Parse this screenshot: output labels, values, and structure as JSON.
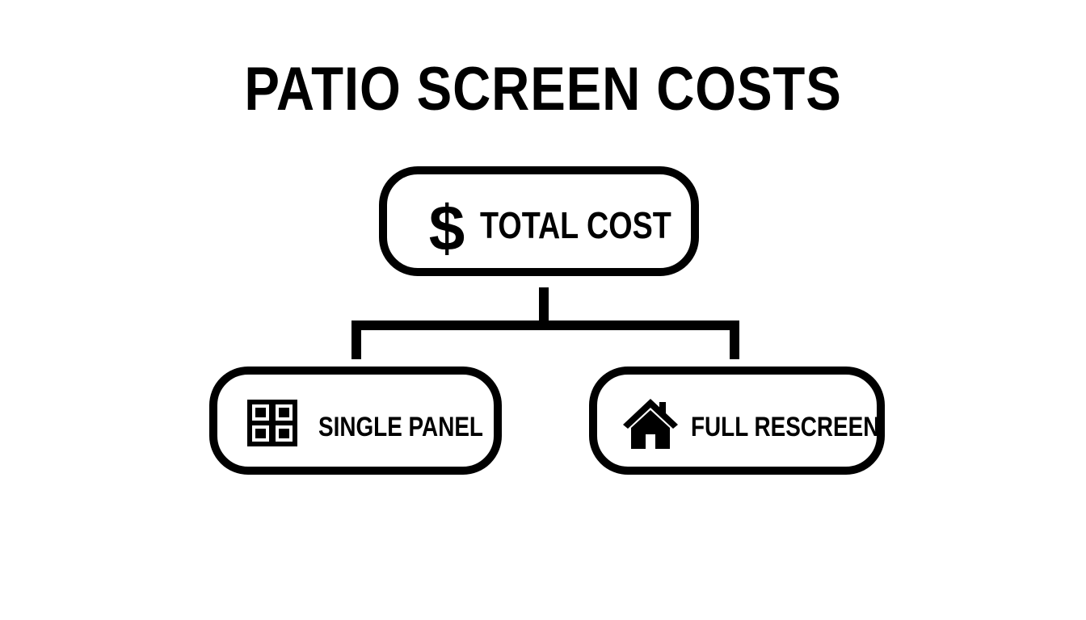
{
  "title": "PATIO SCREEN COSTS",
  "diagram": {
    "root": {
      "label": "TOTAL COST",
      "icon": "dollar-sign-icon",
      "icon_glyph": "$"
    },
    "children": [
      {
        "label": "SINGLE PANEL",
        "icon": "window-icon"
      },
      {
        "label": "FULL RESCREEN",
        "icon": "house-icon"
      }
    ]
  },
  "colors": {
    "foreground": "#000000",
    "background": "#ffffff"
  }
}
